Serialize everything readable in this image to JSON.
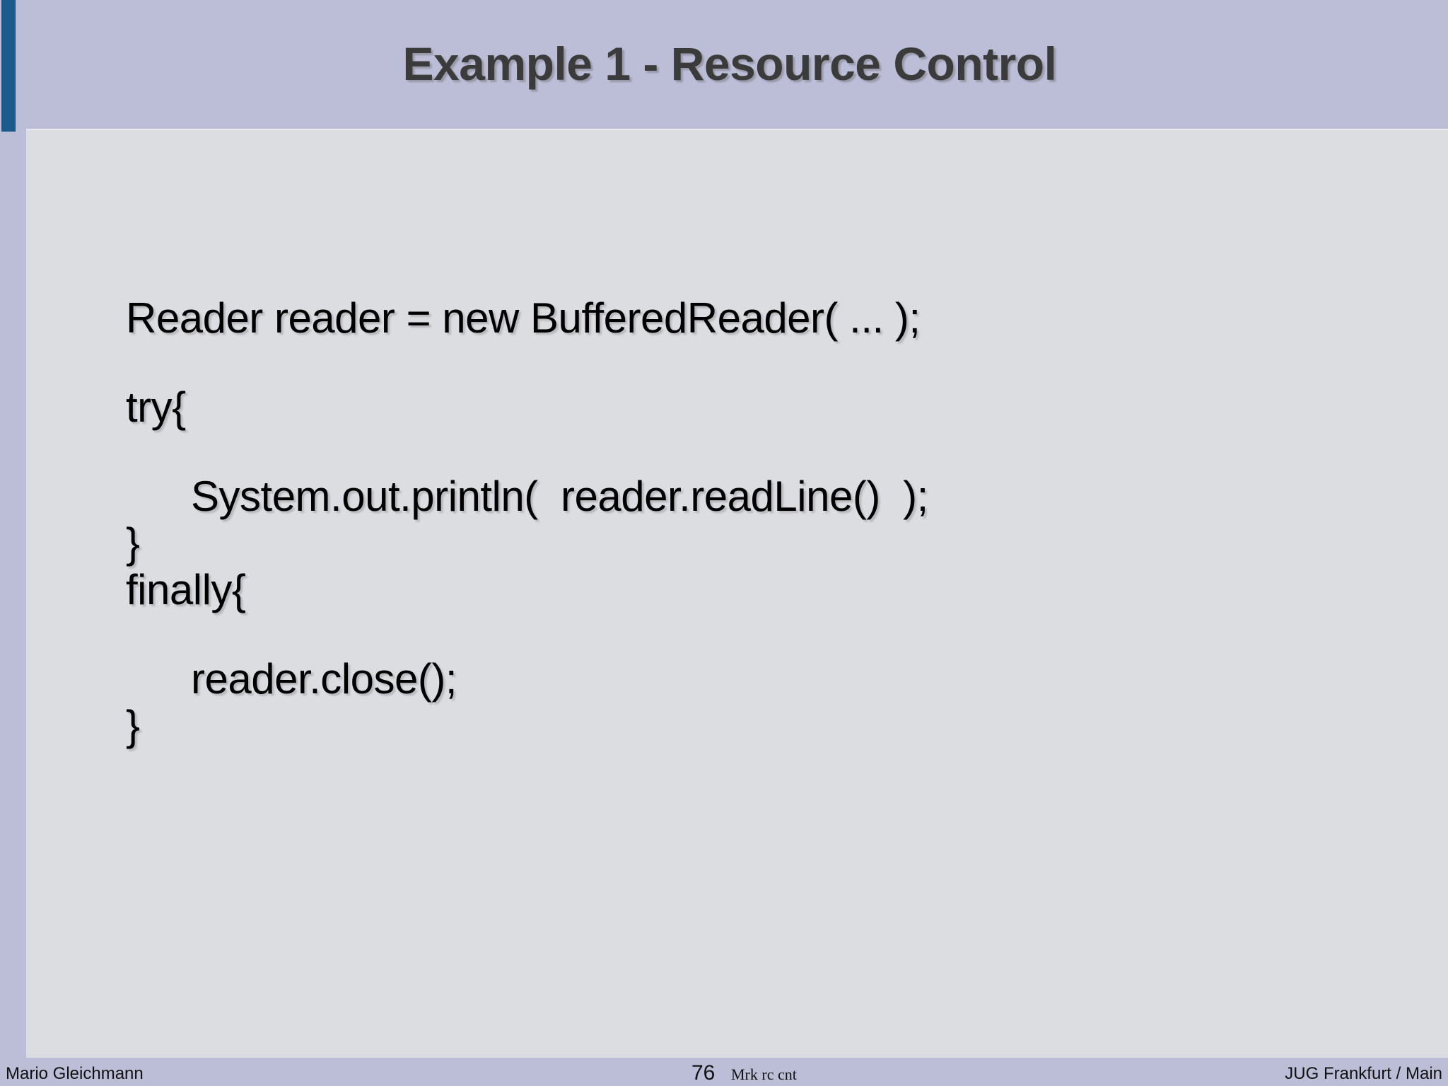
{
  "slide": {
    "title": "Example 1 - Resource Control",
    "accent_color": "#1b5c8c",
    "title_band_color": "#bcbed8",
    "content_panel_color": "#dcdde0",
    "title_text_color": "#3b3b3b"
  },
  "code": {
    "lines": [
      "Reader reader = new BufferedReader( ... );",
      "",
      "try{",
      "",
      "    System.out.println(  reader.readLine()  );",
      "}",
      "finally{",
      "",
      "    reader.close();",
      "}"
    ],
    "line_1": "Reader reader = new BufferedReader( ... );",
    "line_2": "try{",
    "line_3": "System.out.println(  reader.readLine()  );",
    "line_4": "}",
    "line_5": "finally{",
    "line_6": "reader.close();",
    "line_7": "}"
  },
  "footer": {
    "author": "Mario Gleichmann",
    "page_number": "76",
    "note": "Mrk  rc cnt",
    "organization": "JUG Frankfurt / Main"
  }
}
